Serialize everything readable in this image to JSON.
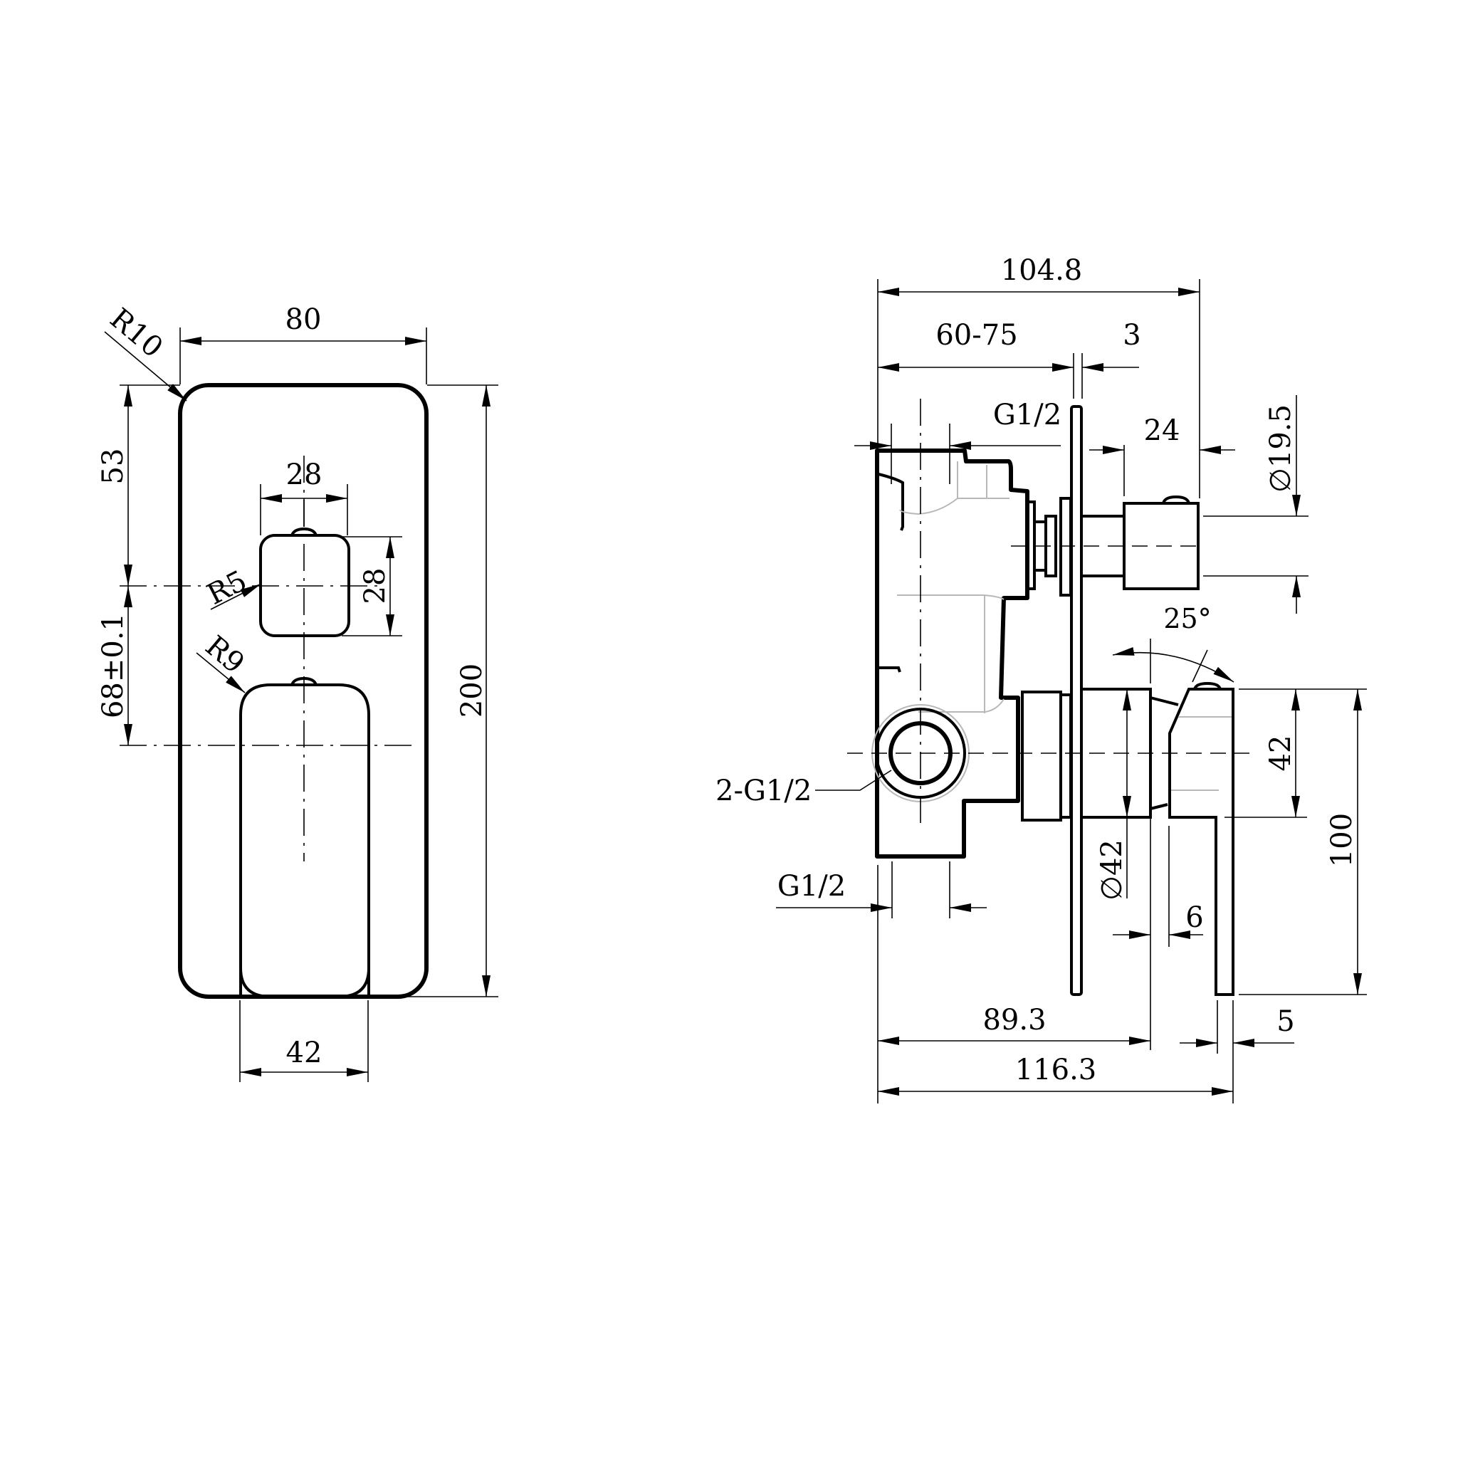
{
  "drawing": {
    "title": "Shower mixer with diverter - technical drawing",
    "views": [
      "front-view",
      "side-view"
    ],
    "colors": {
      "line": "#000000",
      "hidden": "#b8b8b8",
      "background": "#ffffff"
    }
  },
  "front_view": {
    "plate_width": "80",
    "plate_height": "200",
    "plate_corner_radius": "R10",
    "top_to_diverter_center": "53",
    "diverter_to_lever_center": "68±0.1",
    "diverter_width": "28",
    "diverter_height": "28",
    "diverter_corner_radius": "R5",
    "lever_corner_radius": "R9",
    "lever_width": "42"
  },
  "side_view": {
    "overall_depth_to_diverter": "104.8",
    "installation_depth": "60-75",
    "plate_thickness": "3",
    "top_inlet": "G1/2",
    "diverter_knob_length": "24",
    "diverter_diameter": "∅19.5",
    "lever_angle": "25°",
    "lever_height": "42",
    "lever_offset": "100",
    "side_ports": "2-G1/2",
    "bottom_outlet": "G1/2",
    "escutcheon_diameter": "∅42",
    "lever_gap": "6",
    "depth_to_escutcheon": "89.3",
    "lever_thickness": "5",
    "overall_depth": "116.3"
  }
}
